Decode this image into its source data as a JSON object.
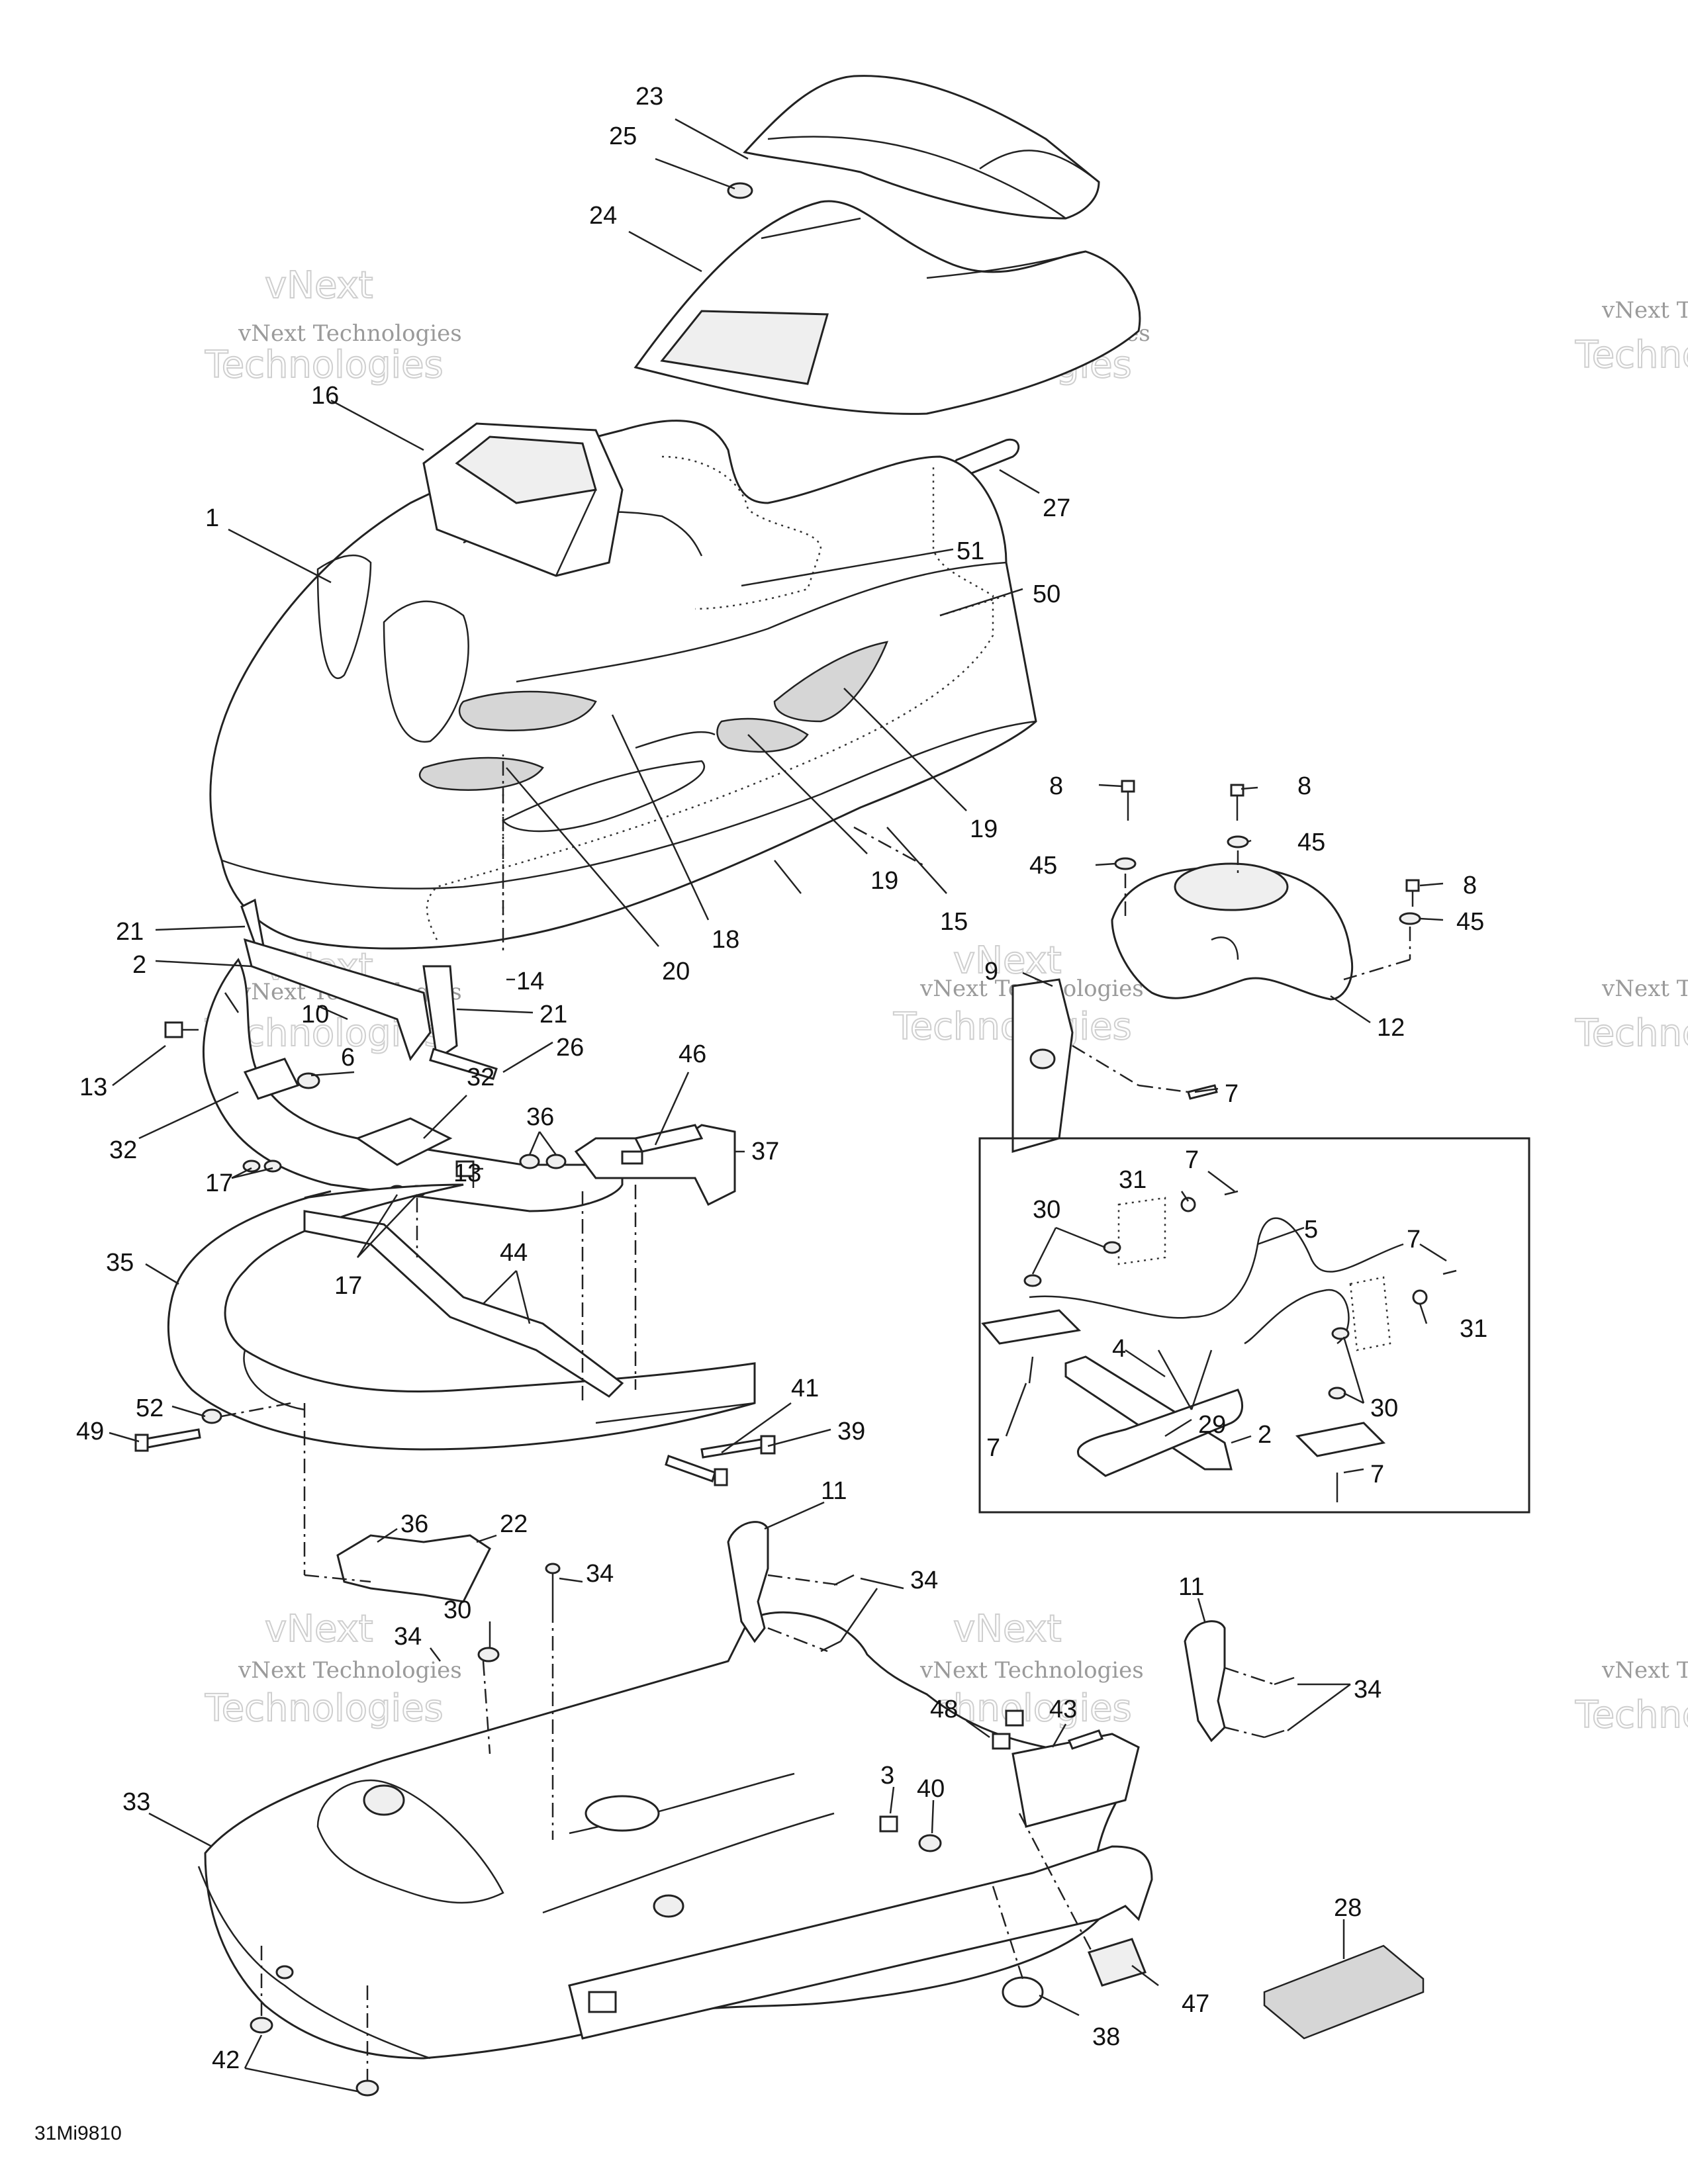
{
  "figure_code": "31Mi9810",
  "watermarks": [
    {
      "line1": "vNext Technologies",
      "line2": "Technologies",
      "line0": "vNext"
    }
  ],
  "callouts": [
    {
      "id": "c23",
      "label": "23"
    },
    {
      "id": "c25",
      "label": "25"
    },
    {
      "id": "c24",
      "label": "24"
    },
    {
      "id": "c16",
      "label": "16"
    },
    {
      "id": "c27",
      "label": "27"
    },
    {
      "id": "c1",
      "label": "1"
    },
    {
      "id": "c51",
      "label": "51"
    },
    {
      "id": "c50",
      "label": "50"
    },
    {
      "id": "c19a",
      "label": "19"
    },
    {
      "id": "c19b",
      "label": "19"
    },
    {
      "id": "c18",
      "label": "18"
    },
    {
      "id": "c20",
      "label": "20"
    },
    {
      "id": "c15",
      "label": "15"
    },
    {
      "id": "c8a",
      "label": "8"
    },
    {
      "id": "c8b",
      "label": "8"
    },
    {
      "id": "c8c",
      "label": "8"
    },
    {
      "id": "c45a",
      "label": "45"
    },
    {
      "id": "c45b",
      "label": "45"
    },
    {
      "id": "c45c",
      "label": "45"
    },
    {
      "id": "c21a",
      "label": "21"
    },
    {
      "id": "c2a",
      "label": "2"
    },
    {
      "id": "c14",
      "label": "14"
    },
    {
      "id": "c21b",
      "label": "21"
    },
    {
      "id": "c10",
      "label": "10"
    },
    {
      "id": "c26",
      "label": "26"
    },
    {
      "id": "c9",
      "label": "9"
    },
    {
      "id": "c12",
      "label": "12"
    },
    {
      "id": "c13a",
      "label": "13"
    },
    {
      "id": "c32a",
      "label": "32"
    },
    {
      "id": "c6",
      "label": "6"
    },
    {
      "id": "c32b",
      "label": "32"
    },
    {
      "id": "c46",
      "label": "46"
    },
    {
      "id": "c7a",
      "label": "7"
    },
    {
      "id": "c36a",
      "label": "36"
    },
    {
      "id": "c37",
      "label": "37"
    },
    {
      "id": "c13b",
      "label": "13"
    },
    {
      "id": "c17a",
      "label": "17"
    },
    {
      "id": "c17b",
      "label": "17"
    },
    {
      "id": "c35",
      "label": "35"
    },
    {
      "id": "c44",
      "label": "44"
    },
    {
      "id": "c7b",
      "label": "7"
    },
    {
      "id": "c31a",
      "label": "31"
    },
    {
      "id": "c30a",
      "label": "30"
    },
    {
      "id": "c5",
      "label": "5"
    },
    {
      "id": "c7c",
      "label": "7"
    },
    {
      "id": "c31b",
      "label": "31"
    },
    {
      "id": "c4",
      "label": "4"
    },
    {
      "id": "c30b",
      "label": "30"
    },
    {
      "id": "c29",
      "label": "29"
    },
    {
      "id": "c2b",
      "label": "2"
    },
    {
      "id": "c7d",
      "label": "7"
    },
    {
      "id": "c7e",
      "label": "7"
    },
    {
      "id": "c52",
      "label": "52"
    },
    {
      "id": "c49",
      "label": "49"
    },
    {
      "id": "c41",
      "label": "41"
    },
    {
      "id": "c39",
      "label": "39"
    },
    {
      "id": "c11a",
      "label": "11"
    },
    {
      "id": "c36b",
      "label": "36"
    },
    {
      "id": "c22",
      "label": "22"
    },
    {
      "id": "c34a",
      "label": "34"
    },
    {
      "id": "c34b",
      "label": "34"
    },
    {
      "id": "c30c",
      "label": "30"
    },
    {
      "id": "c34c",
      "label": "34"
    },
    {
      "id": "c11b",
      "label": "11"
    },
    {
      "id": "c34d",
      "label": "34"
    },
    {
      "id": "c48",
      "label": "48"
    },
    {
      "id": "c43",
      "label": "43"
    },
    {
      "id": "c3",
      "label": "3"
    },
    {
      "id": "c40",
      "label": "40"
    },
    {
      "id": "c33",
      "label": "33"
    },
    {
      "id": "c28",
      "label": "28"
    },
    {
      "id": "c47",
      "label": "47"
    },
    {
      "id": "c38",
      "label": "38"
    },
    {
      "id": "c42",
      "label": "42"
    }
  ]
}
